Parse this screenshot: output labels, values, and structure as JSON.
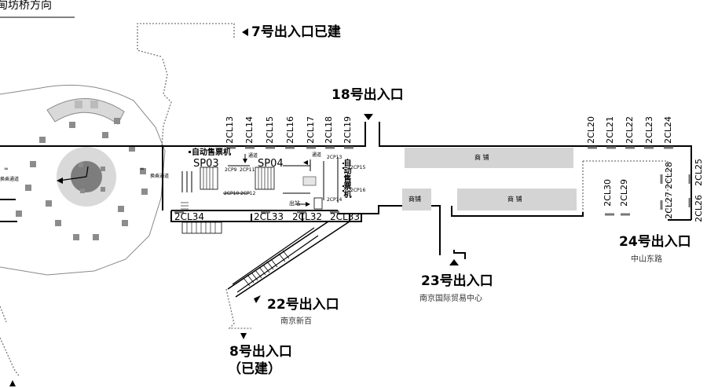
{
  "top_left_direction": "甸坊桥方向",
  "exits": {
    "e7": "7号出入口已建",
    "e18": "18号出入口",
    "e22": "22号出入口",
    "e22_sub": "南京新百",
    "e23": "23号出入口",
    "e23_sub": "南京国际贸易中心",
    "e24": "24号出入口",
    "e24_sub": "中山东路",
    "e8": "8号出入口",
    "e8_note": "（已建）"
  },
  "codes_top": [
    "2CL13",
    "2CL14",
    "2CL15",
    "2CL16",
    "2CL17",
    "2CL18",
    "2CL19"
  ],
  "codes_right": [
    "2CL20",
    "2CL21",
    "2CL22",
    "2CL23",
    "2CL24"
  ],
  "codes_right_wall": [
    "2CL25",
    "2CL26"
  ],
  "codes_inner": [
    "2CL30",
    "2CL29",
    "2CL28",
    "2CL27"
  ],
  "codes_bottom": [
    "2CL34",
    "2CL33",
    "2CL32",
    "2CL33"
  ],
  "sp": [
    "SP03",
    "SP04"
  ],
  "ticket_machine_h": "自动售票机",
  "ticket_machine_v": "自动售票机",
  "shops": [
    "商 铺",
    "商铺",
    "商 铺"
  ],
  "small_labels": {
    "cp9": "2CP9",
    "cp11": "2CP11",
    "cp10": "2CP10",
    "cp12": "2CP12",
    "cp13": "2CP13",
    "cp15": "2CP15",
    "cp16": "2CP16",
    "cp14": "2CP14",
    "passage_a": "通道",
    "passage_b": "通道",
    "exit_gate": "出站",
    "transfer_right": "换乘通道",
    "transfer_left": "换乘通道",
    "left_edge": "∞"
  },
  "colors": {
    "line": "#000000",
    "hall": "#c8c8c8",
    "shop": "#d4d4d4",
    "block": "#8c8c8c",
    "dotted": "#777777"
  }
}
